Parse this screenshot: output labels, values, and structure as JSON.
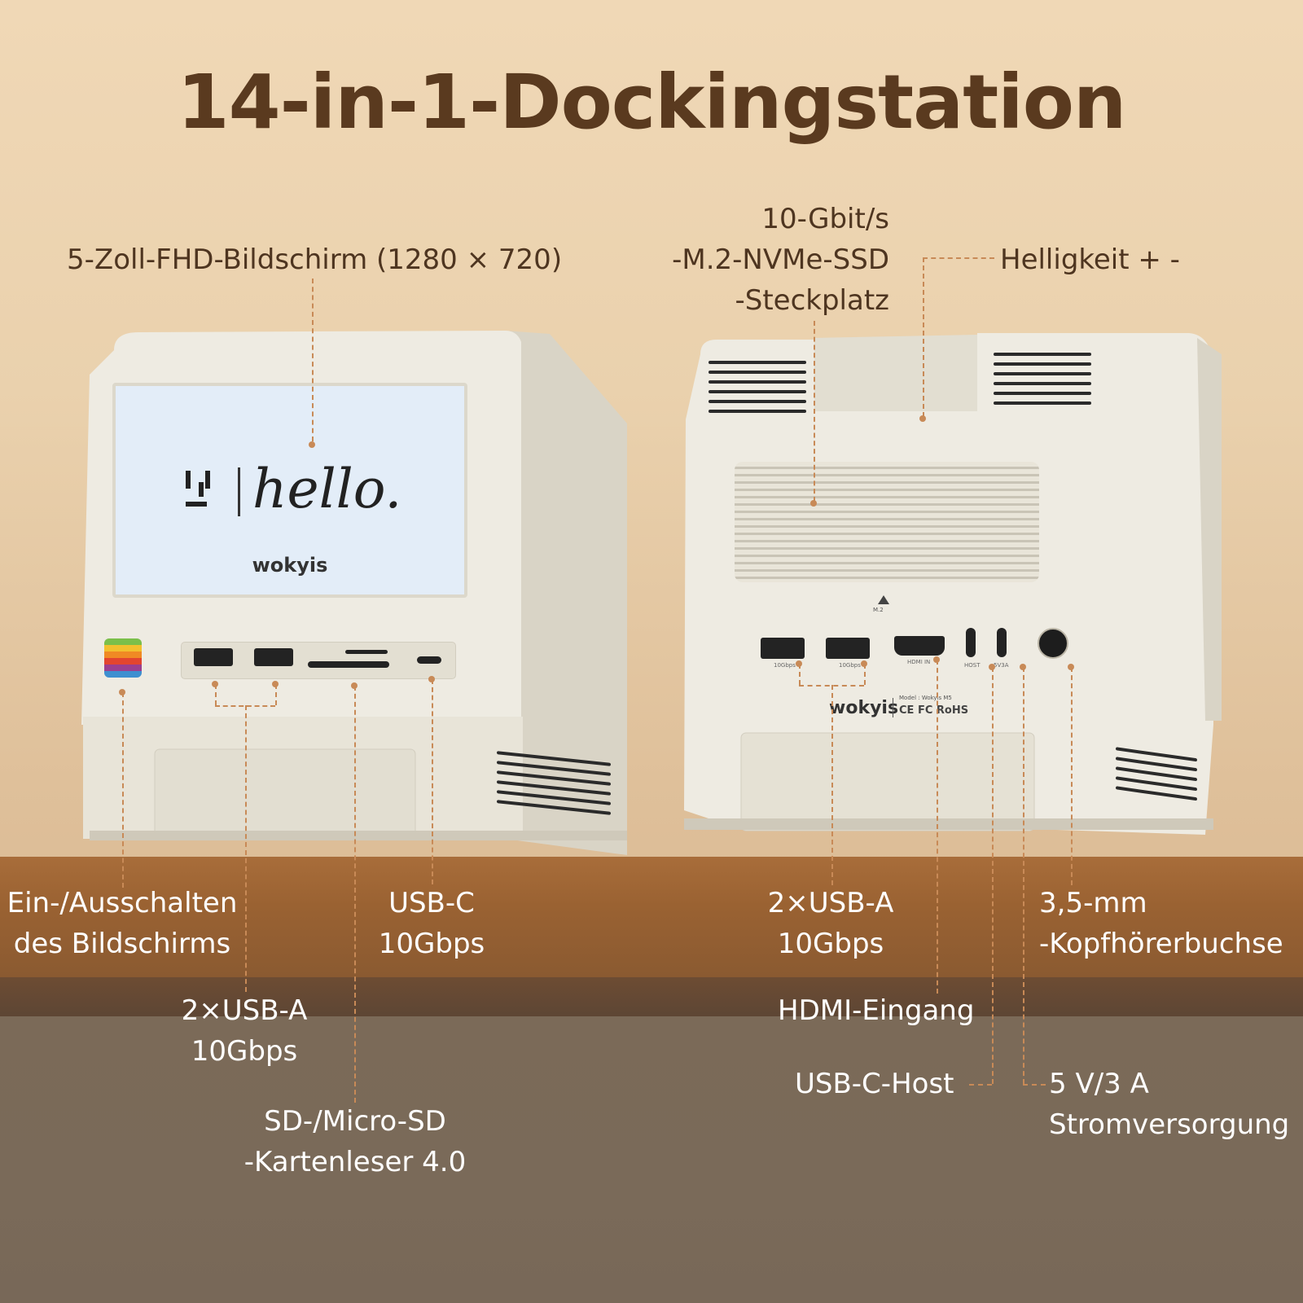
{
  "title": "14-in-1-Dockingstation",
  "screen": {
    "greeting": "hello.",
    "brand": "wokyis"
  },
  "back_panel": {
    "brand": "wokyis",
    "model_text": "Model : Wokyis M5",
    "cert_text": "CE FC RoHS",
    "m2_mark": "M.2",
    "port_labels": [
      "10Gbps",
      "10Gbps",
      "HDMI IN",
      "HOST",
      "5V3A"
    ]
  },
  "labels": {
    "display": "5-Zoll-FHD-Bildschirm (1280 × 720)",
    "ssd": [
      "10-Gbit/s",
      "-M.2-NVMe-SSD",
      "-Steckplatz"
    ],
    "brightness": "Helligkeit + -",
    "power": [
      "Ein-/Ausschalten",
      "des Bildschirms"
    ],
    "usb_c_front": [
      "USB-C",
      "10Gbps"
    ],
    "usb_a_front": [
      "2×USB-A",
      "10Gbps"
    ],
    "sd_reader": [
      "SD-/Micro-SD",
      "-Kartenleser 4.0"
    ],
    "usb_a_back": [
      "2×USB-A",
      "10Gbps"
    ],
    "audio": [
      "3,5-mm",
      "-Kopfhörerbuchse"
    ],
    "hdmi": "HDMI-Eingang",
    "usb_c_host": "USB-C-Host",
    "power_supply": [
      "5 V/3 A",
      "Stromversorgung"
    ]
  },
  "colors": {
    "title": "#5a3a1f",
    "leader_line": "#c88a57",
    "device": "#eeebe2",
    "screen": "#e3edf8"
  }
}
